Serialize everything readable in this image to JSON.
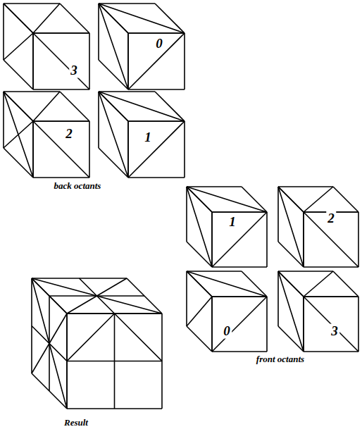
{
  "diagram": {
    "labels": [
      "3",
      "0",
      "2",
      "1",
      "back octants",
      "1",
      "2",
      "0",
      "3",
      "front octants",
      "Result"
    ]
  }
}
